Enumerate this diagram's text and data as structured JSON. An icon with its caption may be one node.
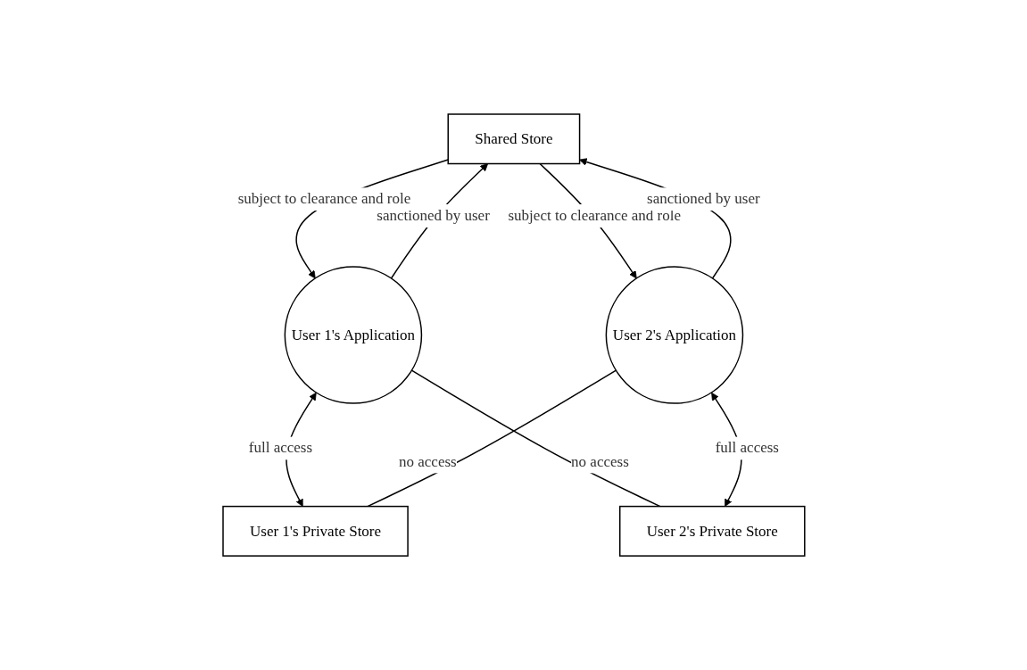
{
  "diagram": {
    "nodes": [
      {
        "text": [
          "Shared Store"
        ]
      },
      {
        "text": [
          "User 1's Application"
        ]
      },
      {
        "text": [
          "User 2's Application"
        ]
      },
      {
        "text": [
          "User 1's Private Store"
        ]
      },
      {
        "text": [
          "User 2's Private Store"
        ]
      }
    ],
    "edges": [
      {
        "from": 1,
        "to": 0,
        "arrow": "to",
        "label": "sanctioned by user"
      },
      {
        "from": 0,
        "to": 1,
        "arrow": "to",
        "label": "subject to clearance and role"
      },
      {
        "from": 0,
        "to": 2,
        "arrow": "to",
        "label": "subject to clearance and role"
      },
      {
        "from": 2,
        "to": 0,
        "arrow": "to",
        "label": "sanctioned by user"
      },
      {
        "from": 1,
        "to": 3,
        "arrow": "both",
        "label": "full access"
      },
      {
        "from": 1,
        "to": 4,
        "arrow": "none",
        "label": "no access"
      },
      {
        "from": 2,
        "to": 3,
        "arrow": "none",
        "label": "no access"
      },
      {
        "from": 2,
        "to": 4,
        "arrow": "both",
        "label": "full access"
      }
    ]
  }
}
